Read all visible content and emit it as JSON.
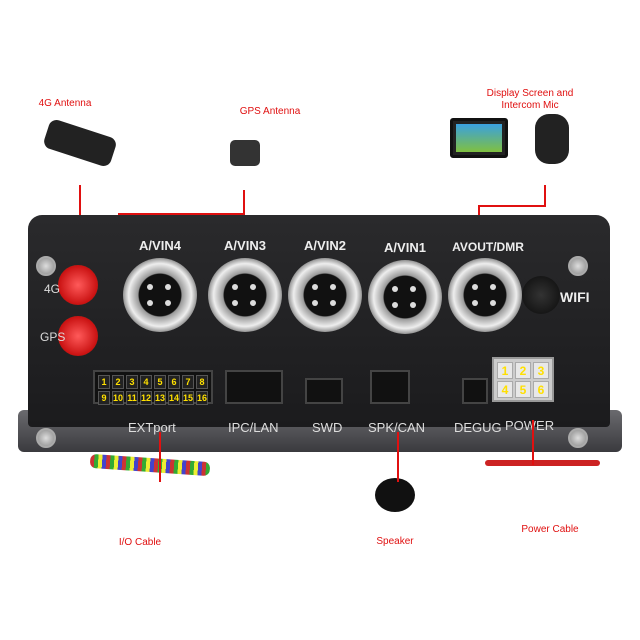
{
  "callouts": {
    "antenna_4g": "4G Antenna",
    "antenna_gps": "GPS Antenna",
    "display_mic_line1": "Display Screen and",
    "display_mic_line2": "Intercom Mic",
    "io_cable": "I/O Cable",
    "speaker": "Speaker",
    "power_cable": "Power Cable"
  },
  "panel": {
    "antenna_4g_label": "4G",
    "antenna_gps_label": "GPS",
    "connectors": [
      "A/VIN4",
      "A/VIN3",
      "A/VIN2",
      "A/VIN1",
      "AVOUT/DMR"
    ],
    "wifi": "WIFI",
    "ports": [
      "EXTport",
      "IPC/LAN",
      "SWD",
      "SPK/CAN",
      "DEGUG",
      "POWER"
    ],
    "ext_pins": [
      "1",
      "2",
      "3",
      "4",
      "5",
      "6",
      "7",
      "8",
      "9",
      "10",
      "11",
      "12",
      "13",
      "14",
      "15",
      "16"
    ],
    "power_pins": [
      "1",
      "2",
      "3",
      "4",
      "5",
      "6"
    ]
  },
  "colors": {
    "callout": "#e01010",
    "pin_label": "#ffe000",
    "device": "#1f1f21"
  }
}
